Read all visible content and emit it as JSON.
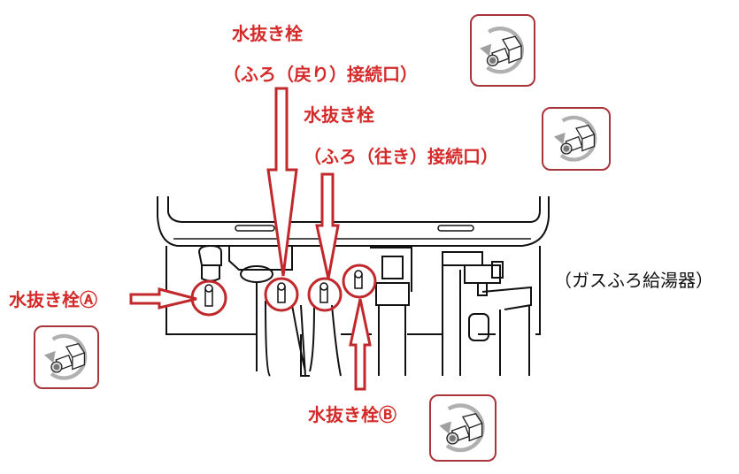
{
  "labels": {
    "drain_return_title": "水抜き栓",
    "drain_return_sub": "（ふろ（戻り）接続口）",
    "drain_supply_title": "水抜き栓",
    "drain_supply_sub": "（ふろ（往き）接続口）",
    "drain_a": "水抜き栓Ⓐ",
    "drain_b": "水抜き栓Ⓑ",
    "device": "（ガスふろ給湯器）"
  },
  "colors": {
    "accent": "#d42a2a",
    "icon_border": "#a8353a",
    "rotate_arrow": "#b0b0b0"
  },
  "icons": [
    "rotate-counterclockwise-icon",
    "rotate-counterclockwise-icon",
    "rotate-counterclockwise-icon",
    "rotate-counterclockwise-icon"
  ]
}
